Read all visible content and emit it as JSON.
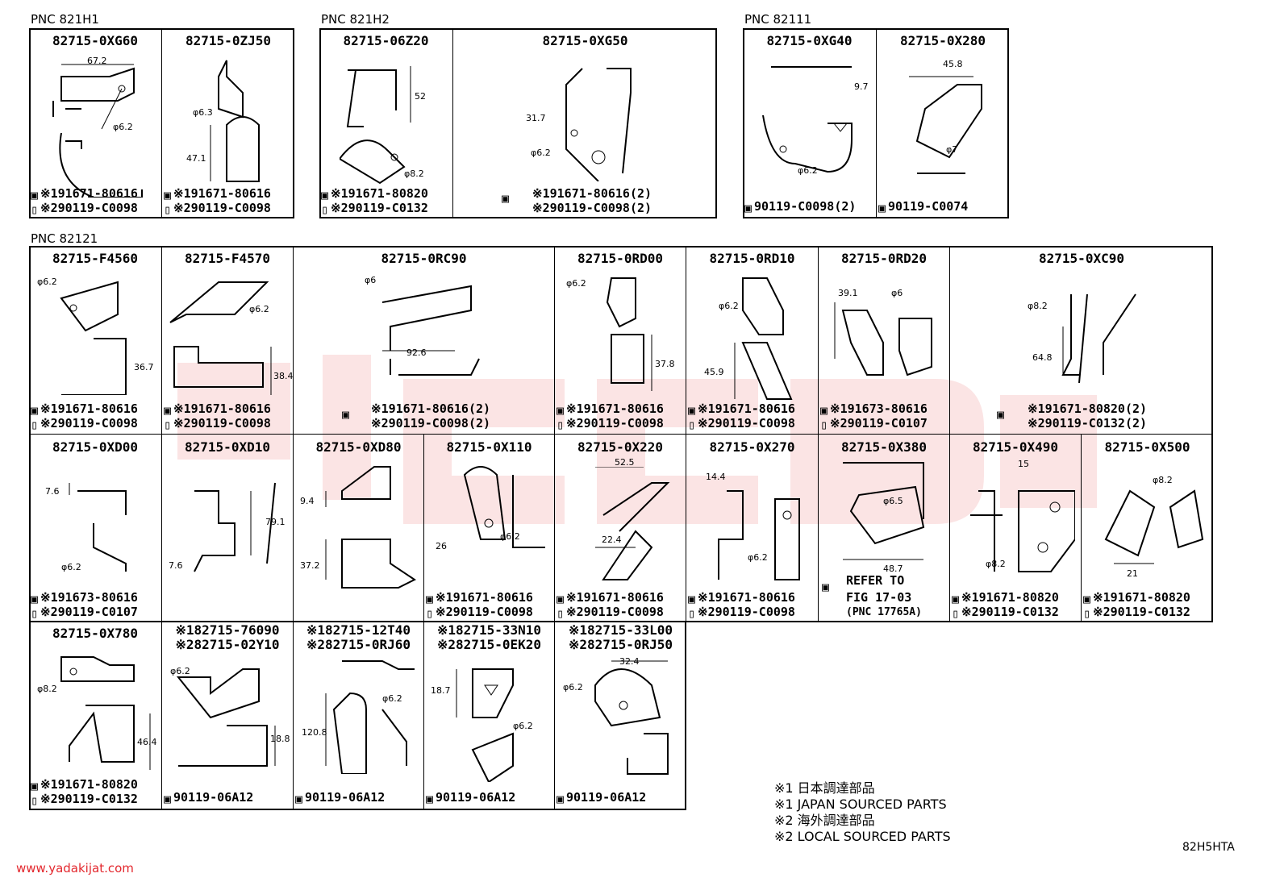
{
  "groups": {
    "pnc_821h1": "PNC 821H1",
    "pnc_821h2": "PNC 821H2",
    "pnc_82111": "PNC 82111",
    "pnc_82121": "PNC 82121"
  },
  "cells": {
    "c0xg60": {
      "part": "82715-0XG60",
      "b1": "※191671-80616",
      "b2": "※290119-C0098",
      "d1": "67.2",
      "d2": "φ6.2"
    },
    "c0zj50": {
      "part": "82715-0ZJ50",
      "b1": "※191671-80616",
      "b2": "※290119-C0098",
      "d1": "φ6.3",
      "d2": "47.1"
    },
    "c06z20": {
      "part": "82715-06Z20",
      "b1": "※191671-80820",
      "b2": "※290119-C0132",
      "d1": "52",
      "d2": "φ8.2"
    },
    "c0xg50": {
      "part": "82715-0XG50",
      "b1": "※191671-80616(2)",
      "b2": "※290119-C0098(2)",
      "d1": "31.7",
      "d2": "φ6.2"
    },
    "c0xg40": {
      "part": "82715-0XG40",
      "b1": "90119-C0098(2)",
      "d1": "9.7",
      "d2": "φ6.2"
    },
    "c0x280": {
      "part": "82715-0X280",
      "b1": "90119-C0074",
      "d1": "45.8",
      "d2": "φ7"
    },
    "cf4560": {
      "part": "82715-F4560",
      "b1": "※191671-80616",
      "b2": "※290119-C0098",
      "d1": "φ6.2",
      "d2": "36.7"
    },
    "cf4570": {
      "part": "82715-F4570",
      "b1": "※191671-80616",
      "b2": "※290119-C0098",
      "d1": "φ6.2",
      "d2": "38.4"
    },
    "c0rc90": {
      "part": "82715-0RC90",
      "b1": "※191671-80616(2)",
      "b2": "※290119-C0098(2)",
      "d1": "φ6",
      "d2": "92.6"
    },
    "c0rd00": {
      "part": "82715-0RD00",
      "b1": "※191671-80616",
      "b2": "※290119-C0098",
      "d1": "φ6.2",
      "d2": "37.8"
    },
    "c0rd10": {
      "part": "82715-0RD10",
      "b1": "※191671-80616",
      "b2": "※290119-C0098",
      "d1": "φ6.2",
      "d2": "45.9"
    },
    "c0rd20": {
      "part": "82715-0RD20",
      "b1": "※191673-80616",
      "b2": "※290119-C0107",
      "d1": "39.1",
      "d2": "φ6"
    },
    "c0xc90": {
      "part": "82715-0XC90",
      "b1": "※191671-80820(2)",
      "b2": "※290119-C0132(2)",
      "d1": "φ8.2",
      "d2": "64.8"
    },
    "c0xd00": {
      "part": "82715-0XD00",
      "b1": "※191673-80616",
      "b2": "※290119-C0107",
      "d1": "7.6",
      "d2": "φ6.2"
    },
    "c0xd10": {
      "part": "82715-0XD10",
      "d1": "79.1",
      "d2": "7.6"
    },
    "c0xd80": {
      "part": "82715-0XD80",
      "d1": "9.4",
      "d2": "37.2"
    },
    "c0x110": {
      "part": "82715-0X110",
      "b1": "※191671-80616",
      "b2": "※290119-C0098",
      "d1": "26",
      "d2": "φ6.2"
    },
    "c0x220": {
      "part": "82715-0X220",
      "b1": "※191671-80616",
      "b2": "※290119-C0098",
      "d1": "52.5",
      "d2": "22.4"
    },
    "c0x270": {
      "part": "82715-0X270",
      "b1": "※191671-80616",
      "b2": "※290119-C0098",
      "d1": "14.4",
      "d2": "φ6.2"
    },
    "c0x380": {
      "part": "82715-0X380",
      "d1": "φ6.5",
      "d2": "48.7",
      "r1": "REFER TO",
      "r2": "FIG 17-03",
      "r3": "(PNC 17765A)"
    },
    "c0x490": {
      "part": "82715-0X490",
      "b1": "※191671-80820",
      "b2": "※290119-C0132",
      "d1": "15",
      "d2": "φ8.2"
    },
    "c0x500": {
      "part": "82715-0X500",
      "b1": "※191671-80820",
      "b2": "※290119-C0132",
      "d1": "φ8.2",
      "d2": "21"
    },
    "c0x780": {
      "part": "82715-0X780",
      "b1": "※191671-80820",
      "b2": "※290119-C0132",
      "d1": "φ8.2",
      "d2": "46.4"
    },
    "c76090": {
      "p1": "※182715-76090",
      "p2": "※282715-02Y10",
      "b1": "90119-06A12",
      "d1": "φ6.2",
      "d2": "18.8"
    },
    "c12t40": {
      "p1": "※182715-12T40",
      "p2": "※282715-0RJ60",
      "b1": "90119-06A12",
      "d1": "φ6.2",
      "d2": "120.8"
    },
    "c33n10": {
      "p1": "※182715-33N10",
      "p2": "※282715-0EK20",
      "b1": "90119-06A12",
      "d1": "18.7",
      "d2": "φ6.2"
    },
    "c33l00": {
      "p1": "※182715-33L00",
      "p2": "※282715-0RJ50",
      "b1": "90119-06A12",
      "d1": "32.4",
      "d2": "φ6.2"
    }
  },
  "legend": [
    "※1 日本調達部品",
    "※1 JAPAN SOURCED PARTS",
    "※2 海外調達部品",
    "※2 LOCAL SOURCED PARTS"
  ],
  "footer": {
    "code": "82H5HTA",
    "site": "www.yadakijat.com"
  },
  "colors": {
    "watermark": "#e3282e",
    "site": "#e3282e"
  }
}
